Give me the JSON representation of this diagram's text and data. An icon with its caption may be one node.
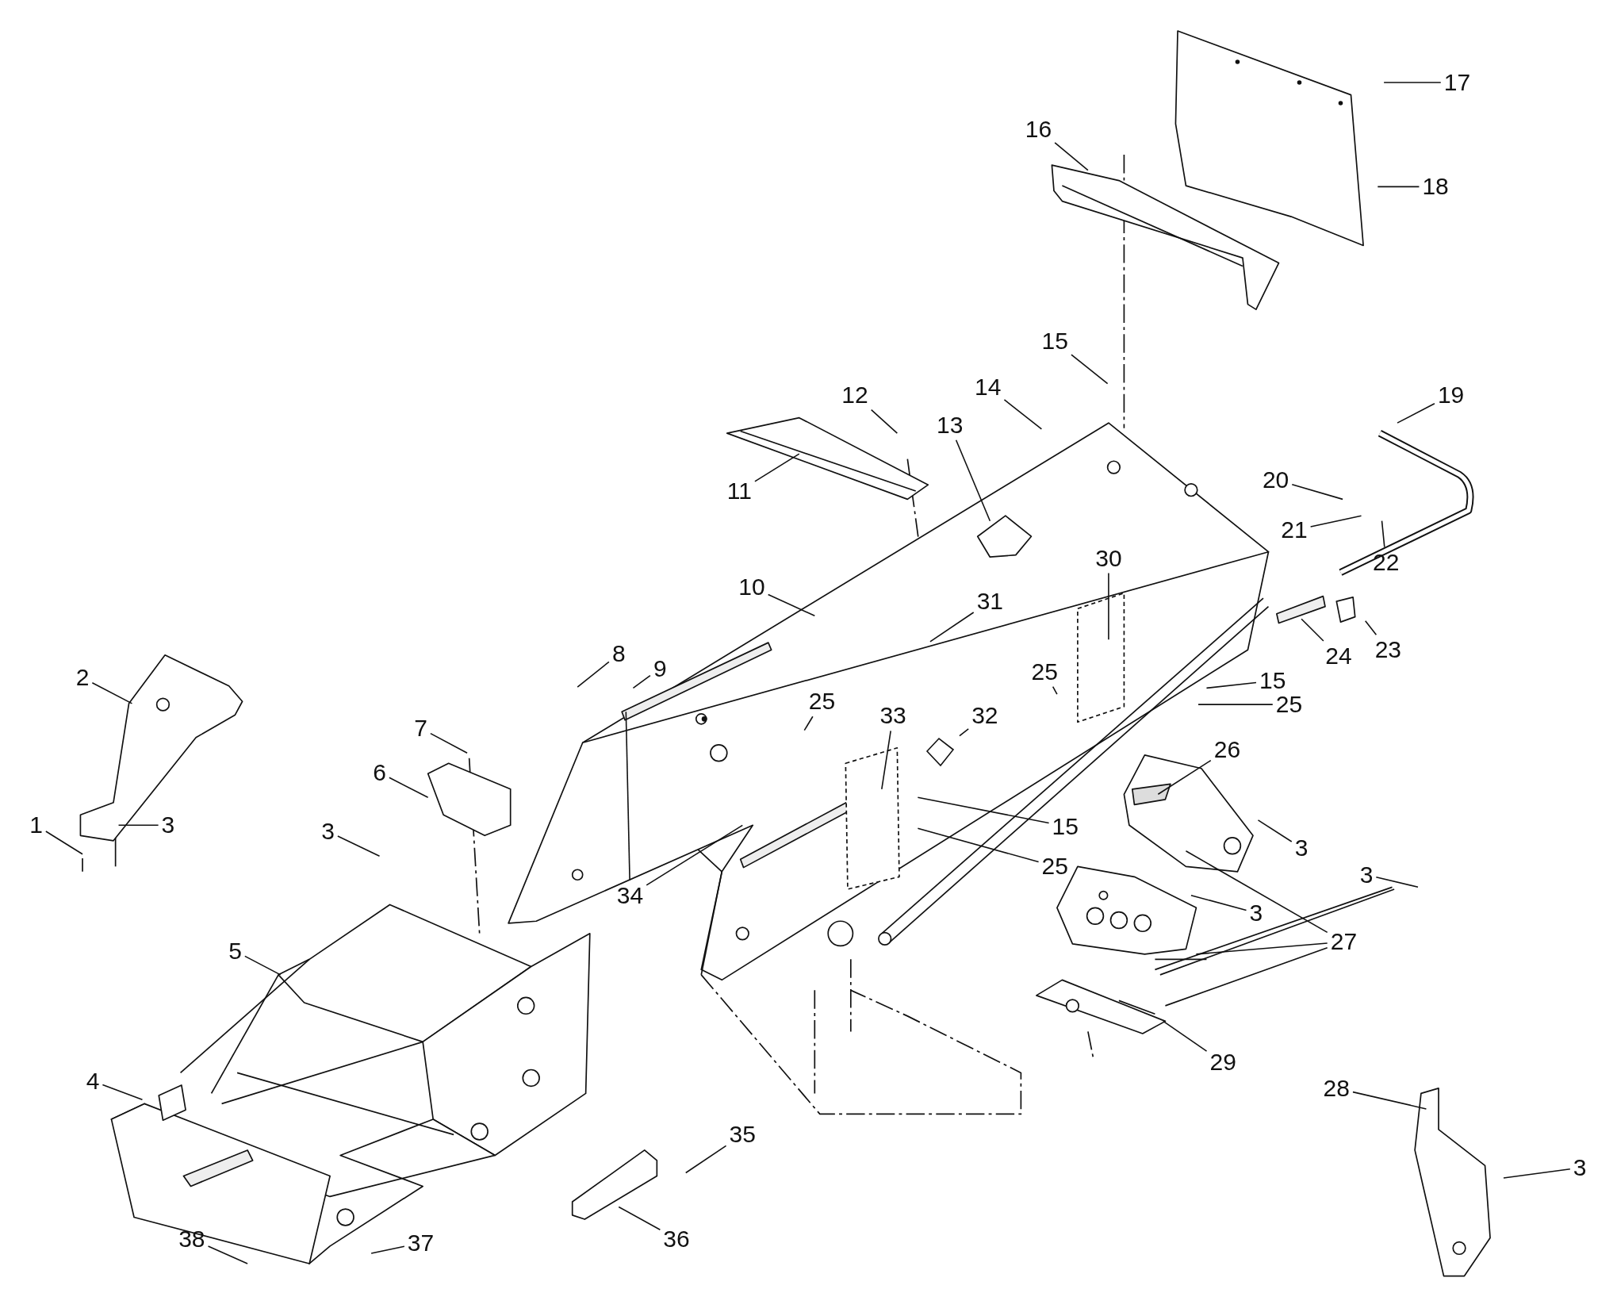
{
  "diagram": {
    "nodes": [
      {
        "text": [
          "1"
        ]
      },
      {
        "text": [
          "2"
        ]
      },
      {
        "text": [
          "3"
        ]
      },
      {
        "text": [
          "3"
        ]
      },
      {
        "text": [
          "4"
        ]
      },
      {
        "text": [
          "5"
        ]
      },
      {
        "text": [
          "6"
        ]
      },
      {
        "text": [
          "7"
        ]
      },
      {
        "text": [
          "8"
        ]
      },
      {
        "text": [
          "9"
        ]
      },
      {
        "text": [
          "10"
        ]
      },
      {
        "text": [
          "11"
        ]
      },
      {
        "text": [
          "12"
        ]
      },
      {
        "text": [
          "13"
        ]
      },
      {
        "text": [
          "14"
        ]
      },
      {
        "text": [
          "15"
        ]
      },
      {
        "text": [
          "16"
        ]
      },
      {
        "text": [
          "17"
        ]
      },
      {
        "text": [
          "18"
        ]
      },
      {
        "text": [
          "19"
        ]
      },
      {
        "text": [
          "20"
        ]
      },
      {
        "text": [
          "21"
        ]
      },
      {
        "text": [
          "22"
        ]
      },
      {
        "text": [
          "23"
        ]
      },
      {
        "text": [
          "24"
        ]
      },
      {
        "text": [
          "25"
        ]
      },
      {
        "text": [
          "30"
        ]
      },
      {
        "text": [
          "15"
        ]
      },
      {
        "text": [
          "25"
        ]
      },
      {
        "text": [
          "25"
        ]
      },
      {
        "text": [
          "33"
        ]
      },
      {
        "text": [
          "32"
        ]
      },
      {
        "text": [
          "31"
        ]
      },
      {
        "text": [
          "26"
        ]
      },
      {
        "text": [
          "15"
        ]
      },
      {
        "text": [
          "25"
        ]
      },
      {
        "text": [
          "34"
        ]
      },
      {
        "text": [
          "3"
        ]
      },
      {
        "text": [
          "3"
        ]
      },
      {
        "text": [
          "3"
        ]
      },
      {
        "text": [
          "27"
        ]
      },
      {
        "text": [
          "29"
        ]
      },
      {
        "text": [
          "28"
        ]
      },
      {
        "text": [
          "3"
        ]
      },
      {
        "text": [
          "35"
        ]
      },
      {
        "text": [
          "36"
        ]
      },
      {
        "text": [
          "37"
        ]
      },
      {
        "text": [
          "38"
        ]
      },
      {
        "text": [],
        "shape": "picture"
      }
    ],
    "edges": [
      {
        "from": 0,
        "to": null,
        "arrow": "none"
      },
      {
        "from": 1,
        "to": null,
        "arrow": "none"
      },
      {
        "from": 2,
        "to": null,
        "arrow": "none"
      },
      {
        "from": 3,
        "to": null,
        "arrow": "none"
      },
      {
        "from": 4,
        "to": null,
        "arrow": "none"
      },
      {
        "from": 5,
        "to": null,
        "arrow": "none"
      },
      {
        "from": 6,
        "to": null,
        "arrow": "none"
      },
      {
        "from": 7,
        "to": null,
        "arrow": "none"
      },
      {
        "from": 8,
        "to": null,
        "arrow": "none"
      },
      {
        "from": 9,
        "to": null,
        "arrow": "none"
      },
      {
        "from": 10,
        "to": null,
        "arrow": "none"
      },
      {
        "from": 11,
        "to": null,
        "arrow": "none"
      },
      {
        "from": 12,
        "to": null,
        "arrow": "none"
      },
      {
        "from": 13,
        "to": null,
        "arrow": "none"
      },
      {
        "from": 14,
        "to": null,
        "arrow": "none"
      },
      {
        "from": 15,
        "to": null,
        "arrow": "none"
      },
      {
        "from": 16,
        "to": null,
        "arrow": "none"
      },
      {
        "from": 17,
        "to": null,
        "arrow": "none"
      },
      {
        "from": 18,
        "to": null,
        "arrow": "none"
      },
      {
        "from": 19,
        "to": null,
        "arrow": "none"
      },
      {
        "from": 20,
        "to": null,
        "arrow": "none"
      },
      {
        "from": 21,
        "to": null,
        "arrow": "none"
      },
      {
        "from": 22,
        "to": null,
        "arrow": "none"
      },
      {
        "from": 23,
        "to": null,
        "arrow": "none"
      },
      {
        "from": 24,
        "to": null,
        "arrow": "none"
      },
      {
        "from": 25,
        "to": null,
        "arrow": "none"
      },
      {
        "from": 26,
        "to": null,
        "arrow": "none"
      },
      {
        "from": 27,
        "to": null,
        "arrow": "none"
      },
      {
        "from": 28,
        "to": null,
        "arrow": "none"
      },
      {
        "from": 29,
        "to": null,
        "arrow": "none"
      },
      {
        "from": 30,
        "to": null,
        "arrow": "none"
      },
      {
        "from": 31,
        "to": 48,
        "arrow": "none"
      },
      {
        "from": 32,
        "to": null,
        "arrow": "none"
      },
      {
        "from": 33,
        "to": null,
        "arrow": "none"
      },
      {
        "from": 34,
        "to": null,
        "arrow": "none"
      },
      {
        "from": 35,
        "to": null,
        "arrow": "none"
      },
      {
        "from": 36,
        "to": null,
        "arrow": "none"
      },
      {
        "from": 36,
        "to": null,
        "arrow": "none"
      },
      {
        "from": 37,
        "to": null,
        "arrow": "none"
      },
      {
        "from": 38,
        "to": null,
        "arrow": "none"
      },
      {
        "from": 39,
        "to": null,
        "arrow": "none"
      },
      {
        "from": 40,
        "to": null,
        "arrow": "none"
      },
      {
        "from": 40,
        "to": null,
        "arrow": "none"
      },
      {
        "from": 40,
        "to": null,
        "arrow": "none"
      },
      {
        "from": 41,
        "to": null,
        "arrow": "none"
      },
      {
        "from": 42,
        "to": null,
        "arrow": "none"
      },
      {
        "from": 43,
        "to": null,
        "arrow": "none"
      },
      {
        "from": 44,
        "to": null,
        "arrow": "none"
      },
      {
        "from": 45,
        "to": null,
        "arrow": "none"
      },
      {
        "from": 46,
        "to": null,
        "arrow": "none"
      },
      {
        "from": 47,
        "to": null,
        "arrow": "none"
      }
    ]
  }
}
